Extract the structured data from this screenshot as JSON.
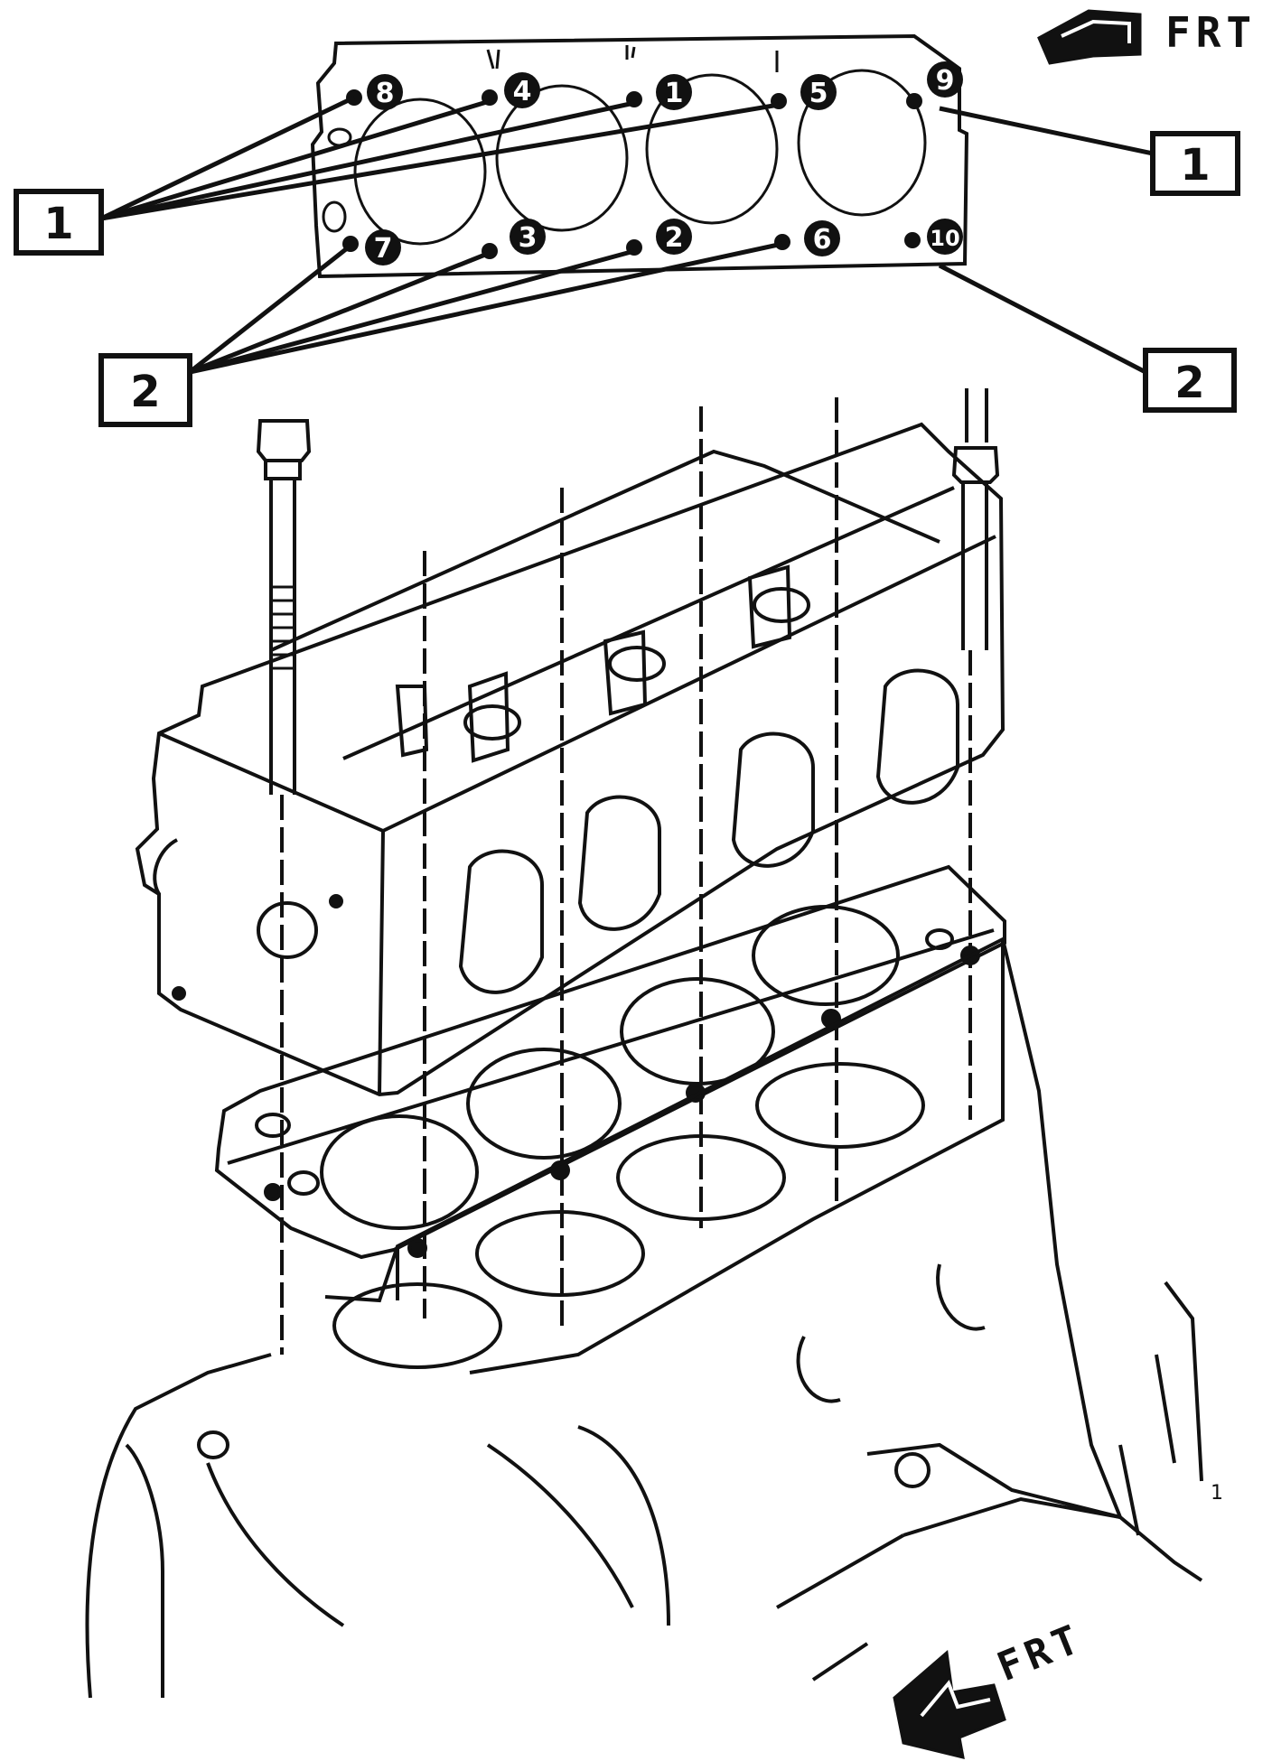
{
  "orientation": {
    "top_label": "FRT",
    "bottom_label": "FRT"
  },
  "callouts": [
    {
      "id": "left-1",
      "label": "1"
    },
    {
      "id": "right-1",
      "label": "1"
    },
    {
      "id": "left-2",
      "label": "2"
    },
    {
      "id": "right-2",
      "label": "2"
    }
  ],
  "tightening_sequence": {
    "top_row": [
      "8",
      "4",
      "1",
      "5",
      "9"
    ],
    "bottom_row": [
      "7",
      "3",
      "2",
      "6",
      "10"
    ]
  },
  "stray_mark": "1"
}
